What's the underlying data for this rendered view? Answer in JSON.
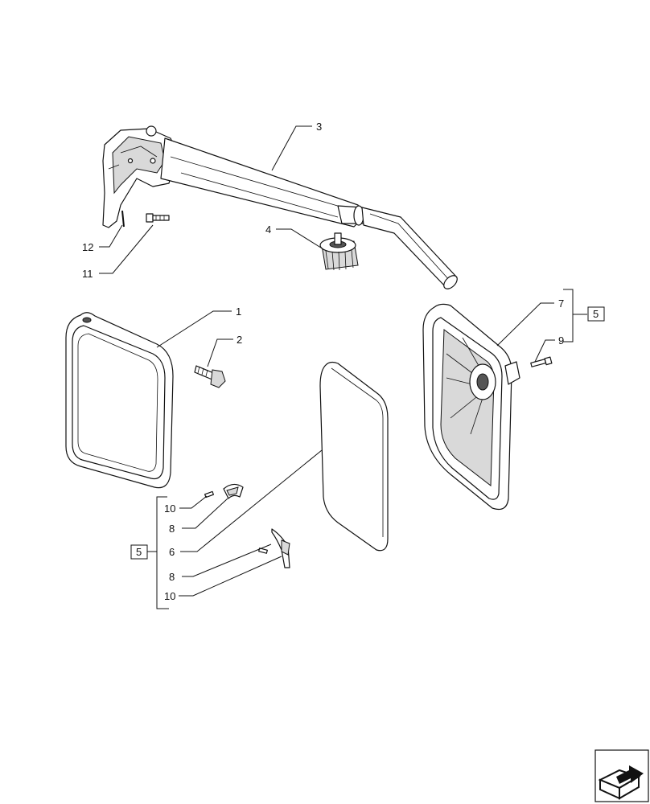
{
  "callouts": {
    "c1": "1",
    "c2": "2",
    "c3": "3",
    "c4": "4",
    "c5_left": "5",
    "c5_right": "5",
    "c6": "6",
    "c7": "7",
    "c8_top": "8",
    "c8_bottom": "8",
    "c9": "9",
    "c10_top": "10",
    "c10_bottom": "10",
    "c11": "11",
    "c12": "12"
  },
  "icons": {
    "nav": "next-page-arrow-icon"
  }
}
